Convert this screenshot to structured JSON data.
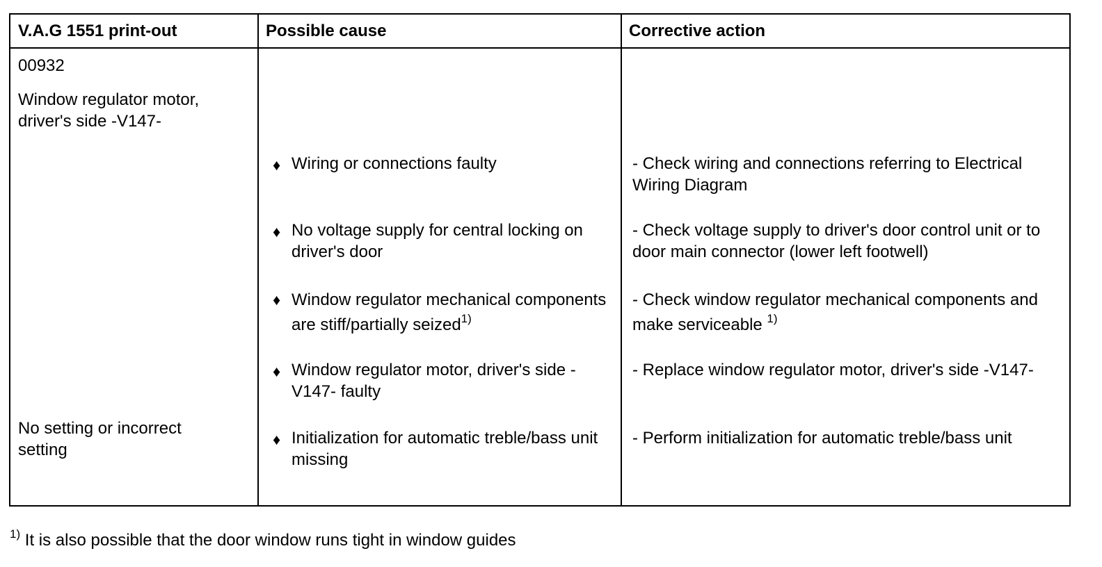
{
  "table": {
    "headers": [
      "V.A.G 1551 print-out",
      "Possible cause",
      "Corrective action"
    ],
    "printout": {
      "code": "00932",
      "component": "Window regulator motor, driver's side -V147-",
      "setting": "No setting or incorrect setting"
    },
    "bullet_symbol": "♦",
    "rows": [
      {
        "cause": "Wiring or connections faulty",
        "cause_sup": "",
        "action": "- Check wiring and connections referring to Electrical Wiring Diagram",
        "action_sup": ""
      },
      {
        "cause": "No voltage supply for central locking on driver's door",
        "cause_sup": "",
        "action": "- Check voltage supply to driver's door control unit or to door main connector (lower left footwell)",
        "action_sup": ""
      },
      {
        "cause": "Window regulator mechanical components are stiff/partially seized",
        "cause_sup": "1)",
        "action": "- Check window regulator mechanical components and make serviceable ",
        "action_sup": "1)"
      },
      {
        "cause": "Window regulator motor, driver's side -V147- faulty",
        "cause_sup": "",
        "action": "- Replace window regulator motor, driver's side -V147-",
        "action_sup": ""
      },
      {
        "cause": "Initialization for automatic treble/bass unit missing",
        "cause_sup": "",
        "action": "- Perform initialization for automatic treble/bass unit",
        "action_sup": ""
      }
    ]
  },
  "footnote": {
    "marker": "1)",
    "text": " It is also possible that the door window runs tight in window guides"
  }
}
